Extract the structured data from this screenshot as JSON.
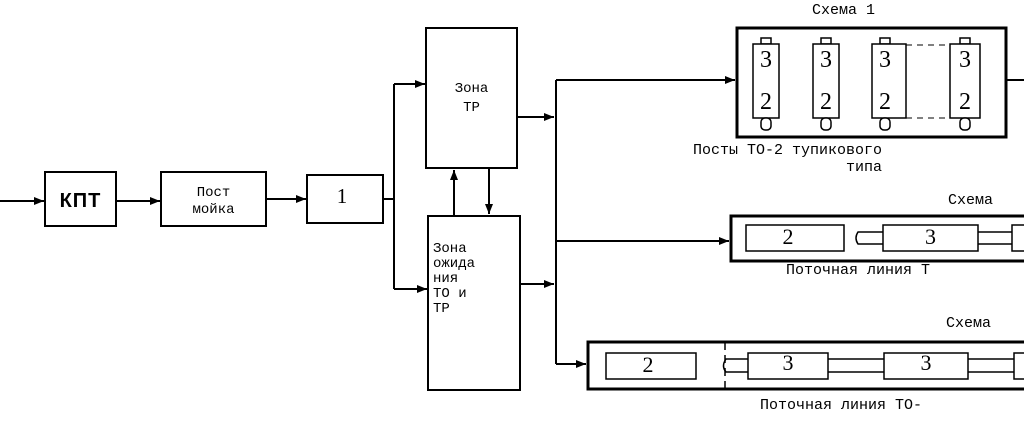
{
  "blocks": {
    "kpt": "КПТ",
    "wash_line1": "Пост",
    "wash_line2": "мойка",
    "block_1": "1",
    "zone_tr_line1": "Зона",
    "zone_tr_line2": "ТР",
    "zone_wait_lines": [
      "Зона",
      "ожида",
      "ния",
      "ТО и",
      "ТР"
    ]
  },
  "scheme1": {
    "title": "Схема 1",
    "posts": [
      {
        "top": "3",
        "bottom": "2"
      },
      {
        "top": "3",
        "bottom": "2"
      },
      {
        "top": "3",
        "bottom": "2"
      },
      {
        "top": "3",
        "bottom": "2"
      }
    ],
    "caption_line1": "Посты ТО-2 тупикового",
    "caption_line2": "типа"
  },
  "scheme2": {
    "title": "Схема",
    "cells": [
      "2",
      "3"
    ],
    "caption": "Поточная линия Т"
  },
  "scheme3": {
    "title": "Схема",
    "cells": [
      "2",
      "3",
      "3"
    ],
    "caption": "Поточная линия ТО-"
  }
}
